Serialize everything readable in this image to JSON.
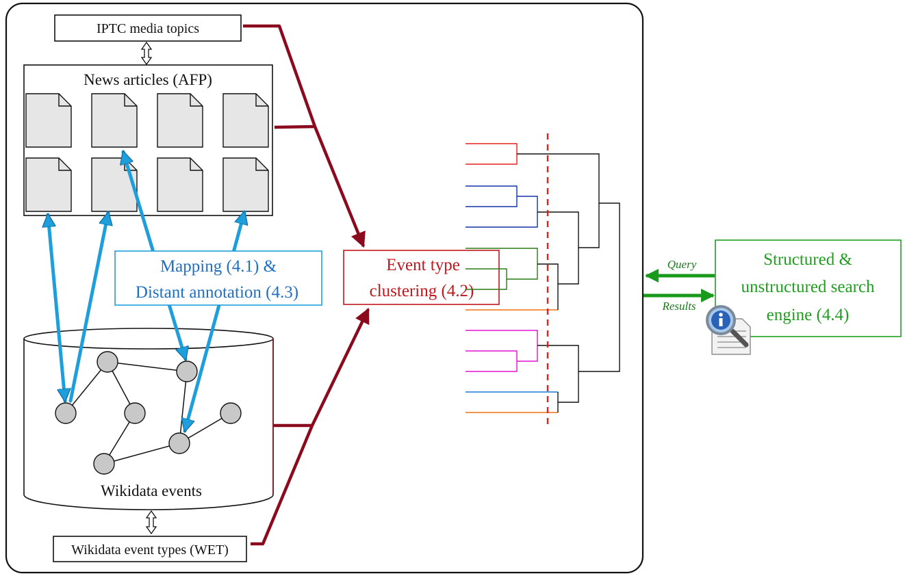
{
  "boxes": {
    "iptc": "IPTC media topics",
    "news": "News articles (AFP)",
    "mapping_line1": "Mapping (4.1) &",
    "mapping_line2": "Distant annotation (4.3)",
    "clustering_line1": "Event type",
    "clustering_line2": "clustering (4.2)",
    "wikidata": "Wikidata events",
    "wet": "Wikidata event types (WET)",
    "search_line1": "Structured &",
    "search_line2": "unstructured search",
    "search_line3": "engine (4.4)"
  },
  "arrows": {
    "query": "Query",
    "results": "Results"
  },
  "colors": {
    "dark_red": "#8b0a1e",
    "blue": "#1e9fdc",
    "blue_text": "#1f6fc4",
    "green": "#1a9a1a",
    "green_text": "#1f9e1f",
    "red_text": "#c0181c",
    "doc_fill": "#e6e6e6",
    "node_fill": "#c8c8c8"
  },
  "icons": [
    "search-document-icon"
  ]
}
